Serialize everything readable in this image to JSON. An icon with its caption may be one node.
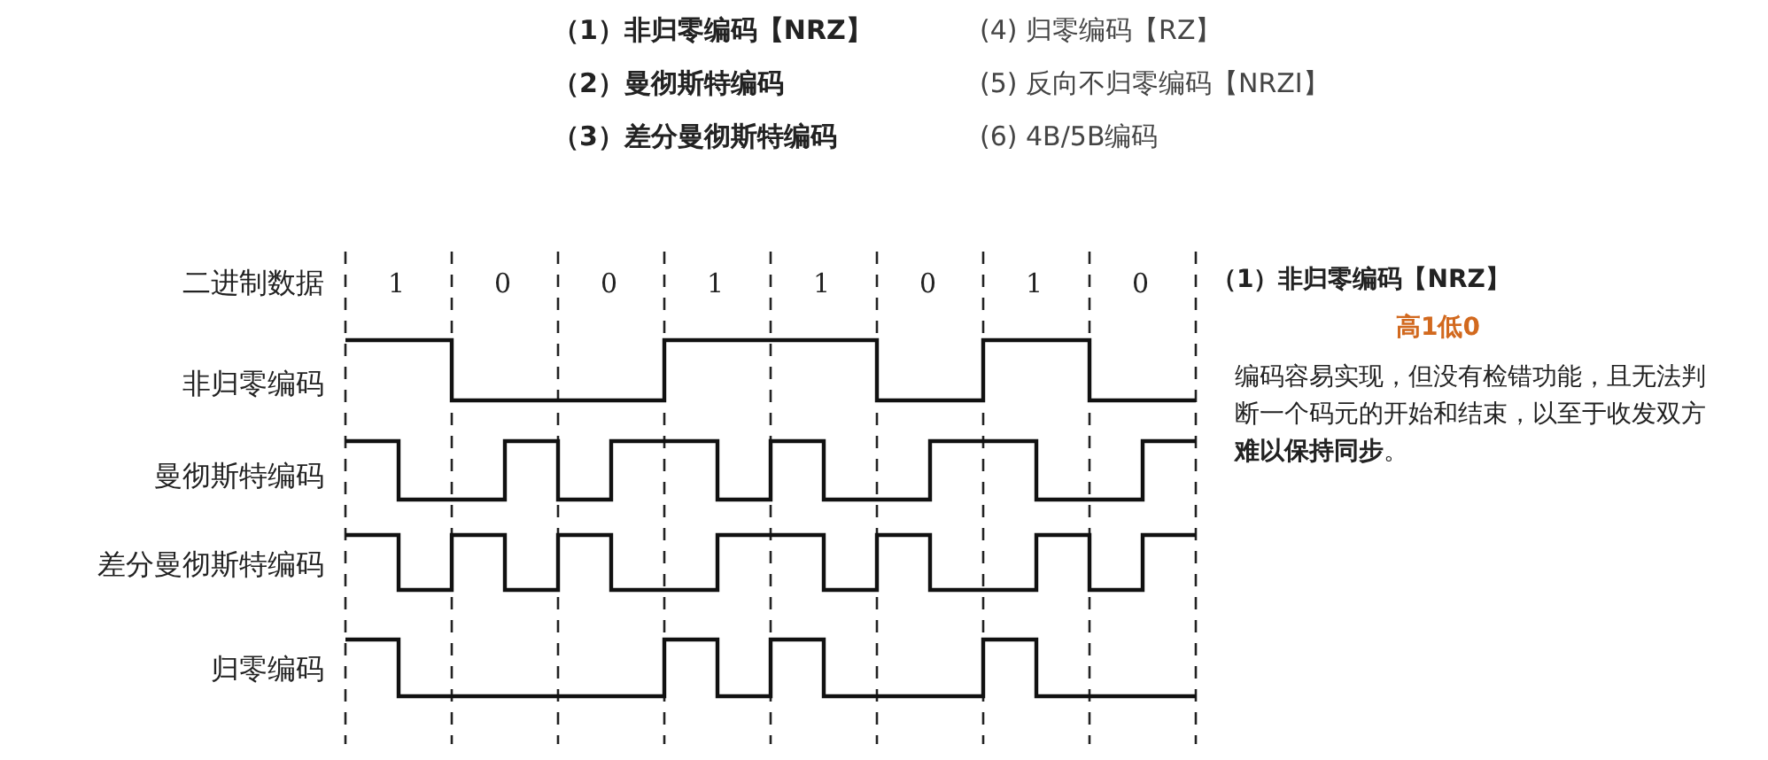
{
  "diagram": {
    "labels": [
      "（1）非归零编码【NRZ】",
      "(4) 归零编码【RZ】",
      "（2）曼彻斯特编码",
      "(5) 反向不归零编码【NRZI】",
      "（3）差分曼彻斯特编码",
      "(6) 4B/5B编码",
      "二进制数据",
      "非归零编码",
      "曼彻斯特编码",
      "差分曼彻斯特编码",
      "归零编码",
      "1",
      "0",
      "0",
      "1",
      "1",
      "0",
      "1",
      "0",
      "（1）非归零编码【NRZ】",
      "高1低0",
      "编码容易实现，但没有检错功能，且无法判断一个码元的开始和结束，以至于收发双方**难以保持同步**。"
    ]
  }
}
